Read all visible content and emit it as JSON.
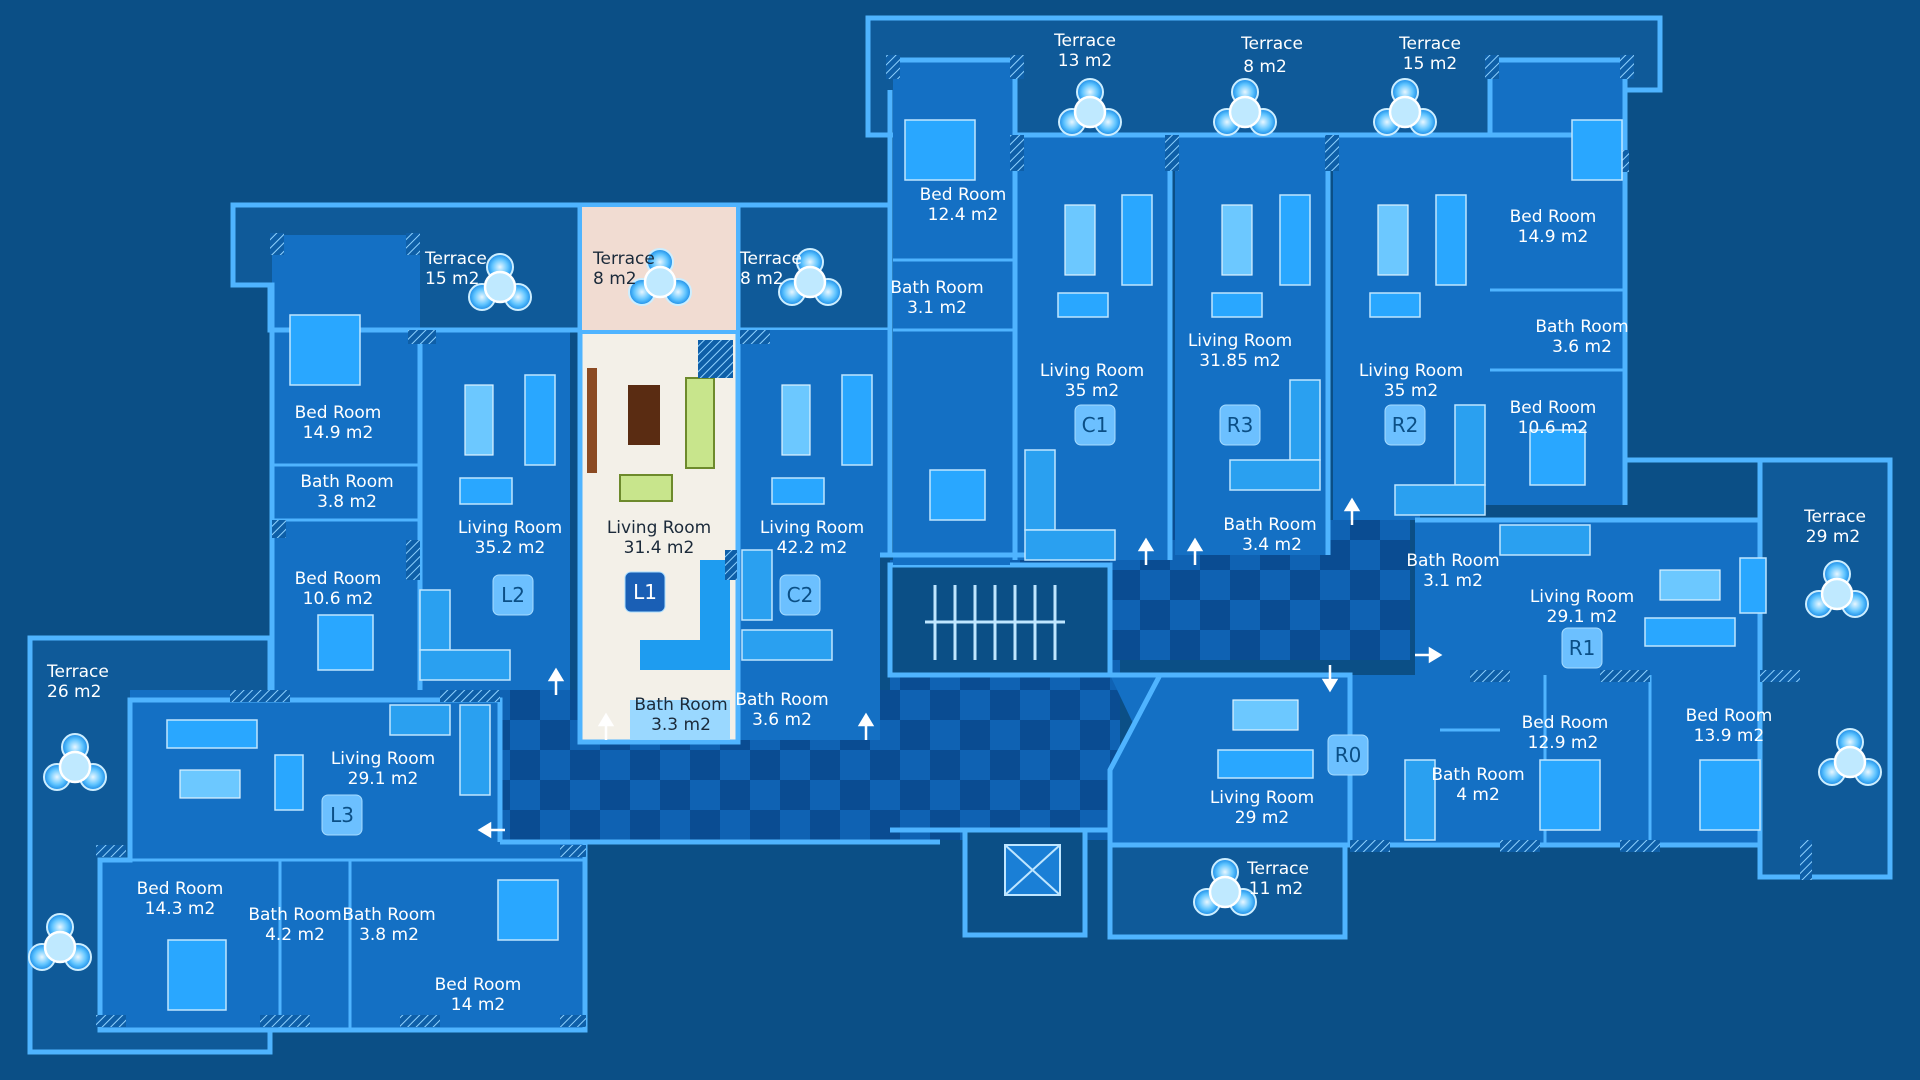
{
  "units": [
    {
      "id": "L1",
      "selected": true
    },
    {
      "id": "L2",
      "selected": false
    },
    {
      "id": "L3",
      "selected": false
    },
    {
      "id": "C1",
      "selected": false
    },
    {
      "id": "C2",
      "selected": false
    },
    {
      "id": "R0",
      "selected": false
    },
    {
      "id": "R1",
      "selected": false
    },
    {
      "id": "R2",
      "selected": false
    },
    {
      "id": "R3",
      "selected": false
    }
  ],
  "rooms": [
    {
      "key": "l1_terrace",
      "name": "Terrace",
      "area": "8 m2",
      "unit": "L1"
    },
    {
      "key": "l1_living",
      "name": "Living Room",
      "area": "31.4  m2",
      "unit": "L1"
    },
    {
      "key": "l1_bath",
      "name": "Bath Room",
      "area": "3.3 m2",
      "unit": "L1"
    },
    {
      "key": "l2_terrace",
      "name": "Terrace",
      "area": "15 m2",
      "unit": "L2"
    },
    {
      "key": "l2_bed1",
      "name": "Bed Room",
      "area": "14.9 m2",
      "unit": "L2"
    },
    {
      "key": "l2_bath",
      "name": "Bath Room",
      "area": "3.8 m2",
      "unit": "L2"
    },
    {
      "key": "l2_living",
      "name": "Living Room",
      "area": "35.2  m2",
      "unit": "L2"
    },
    {
      "key": "l2_bed2",
      "name": "Bed Room",
      "area": "10.6 m2",
      "unit": "L2"
    },
    {
      "key": "c2_terrace",
      "name": "Terrace",
      "area": "8 m2",
      "unit": "C2"
    },
    {
      "key": "c2_living",
      "name": "Living Room",
      "area": "42.2  m2",
      "unit": "C2"
    },
    {
      "key": "c2_bath",
      "name": "Bath Room",
      "area": "3.6 m2",
      "unit": "C2"
    },
    {
      "key": "l3_terrace",
      "name": "Terrace",
      "area": "26 m2",
      "unit": "L3"
    },
    {
      "key": "l3_living",
      "name": "Living Room",
      "area": "29.1 m2",
      "unit": "L3"
    },
    {
      "key": "l3_bed1",
      "name": "Bed Room",
      "area": "14.3 m2",
      "unit": "L3"
    },
    {
      "key": "l3_bath1",
      "name": "Bath Room",
      "area": "4.2 m2",
      "unit": "L3"
    },
    {
      "key": "l3_bath2",
      "name": "Bath Room",
      "area": "3.8 m2",
      "unit": "L3"
    },
    {
      "key": "l3_bed2",
      "name": "Bed Room",
      "area": "14 m2",
      "unit": "L3"
    },
    {
      "key": "c1_terrace",
      "name": "Terrace",
      "area": "13 m2",
      "unit": "C1"
    },
    {
      "key": "c1_bed",
      "name": "Bed Room",
      "area": "12.4 m2",
      "unit": "C1"
    },
    {
      "key": "c1_bath",
      "name": "Bath Room",
      "area": "3.1 m2",
      "unit": "C1"
    },
    {
      "key": "c1_living",
      "name": "Living Room",
      "area": "35  m2",
      "unit": "C1"
    },
    {
      "key": "r3_terrace",
      "name": "Terrace",
      "area": "8 m2",
      "unit": "R3"
    },
    {
      "key": "r3_living",
      "name": "Living Room",
      "area": "31.85 m2",
      "unit": "R3"
    },
    {
      "key": "r3_bath",
      "name": "Bath Room",
      "area": "3.4 m2",
      "unit": "R3"
    },
    {
      "key": "r2_terrace",
      "name": "Terrace",
      "area": "15 m2",
      "unit": "R2"
    },
    {
      "key": "r2_living",
      "name": "Living Room",
      "area": "35 m2",
      "unit": "R2"
    },
    {
      "key": "r2_bed1",
      "name": "Bed Room",
      "area": "14.9 m2",
      "unit": "R2"
    },
    {
      "key": "r2_bath",
      "name": "Bath Room",
      "area": "3.6 m2",
      "unit": "R2"
    },
    {
      "key": "r2_bed2",
      "name": "Bed Room",
      "area": "10.6 m2",
      "unit": "R2"
    },
    {
      "key": "r1_terrace",
      "name": "Terrace",
      "area": "29 m2",
      "unit": "R1"
    },
    {
      "key": "r1_bath",
      "name": "Bath Room",
      "area": "3.1 m2",
      "unit": "R1"
    },
    {
      "key": "r1_living",
      "name": "Living Room",
      "area": "29.1 m2",
      "unit": "R1"
    },
    {
      "key": "r1_bed1",
      "name": "Bed Room",
      "area": "12.9 m2",
      "unit": "R1"
    },
    {
      "key": "r1_bed2",
      "name": "Bed Room",
      "area": "13.9 m2",
      "unit": "R1"
    },
    {
      "key": "r1_bath2",
      "name": "Bath Room",
      "area": "4 m2",
      "unit": "R1"
    },
    {
      "key": "r0_living",
      "name": "Living Room",
      "area": "29 m2",
      "unit": "R0"
    },
    {
      "key": "r0_terrace",
      "name": "Terrace",
      "area": "11 m2",
      "unit": "R0"
    }
  ],
  "colors": {
    "background": "#0b4f86",
    "wall": "#4fb4ff",
    "unit_floor": "#1470c4",
    "selected_floor": "#f3f0e8",
    "badge": "#6cc0ff",
    "badge_selected": "#1a5fb5"
  }
}
